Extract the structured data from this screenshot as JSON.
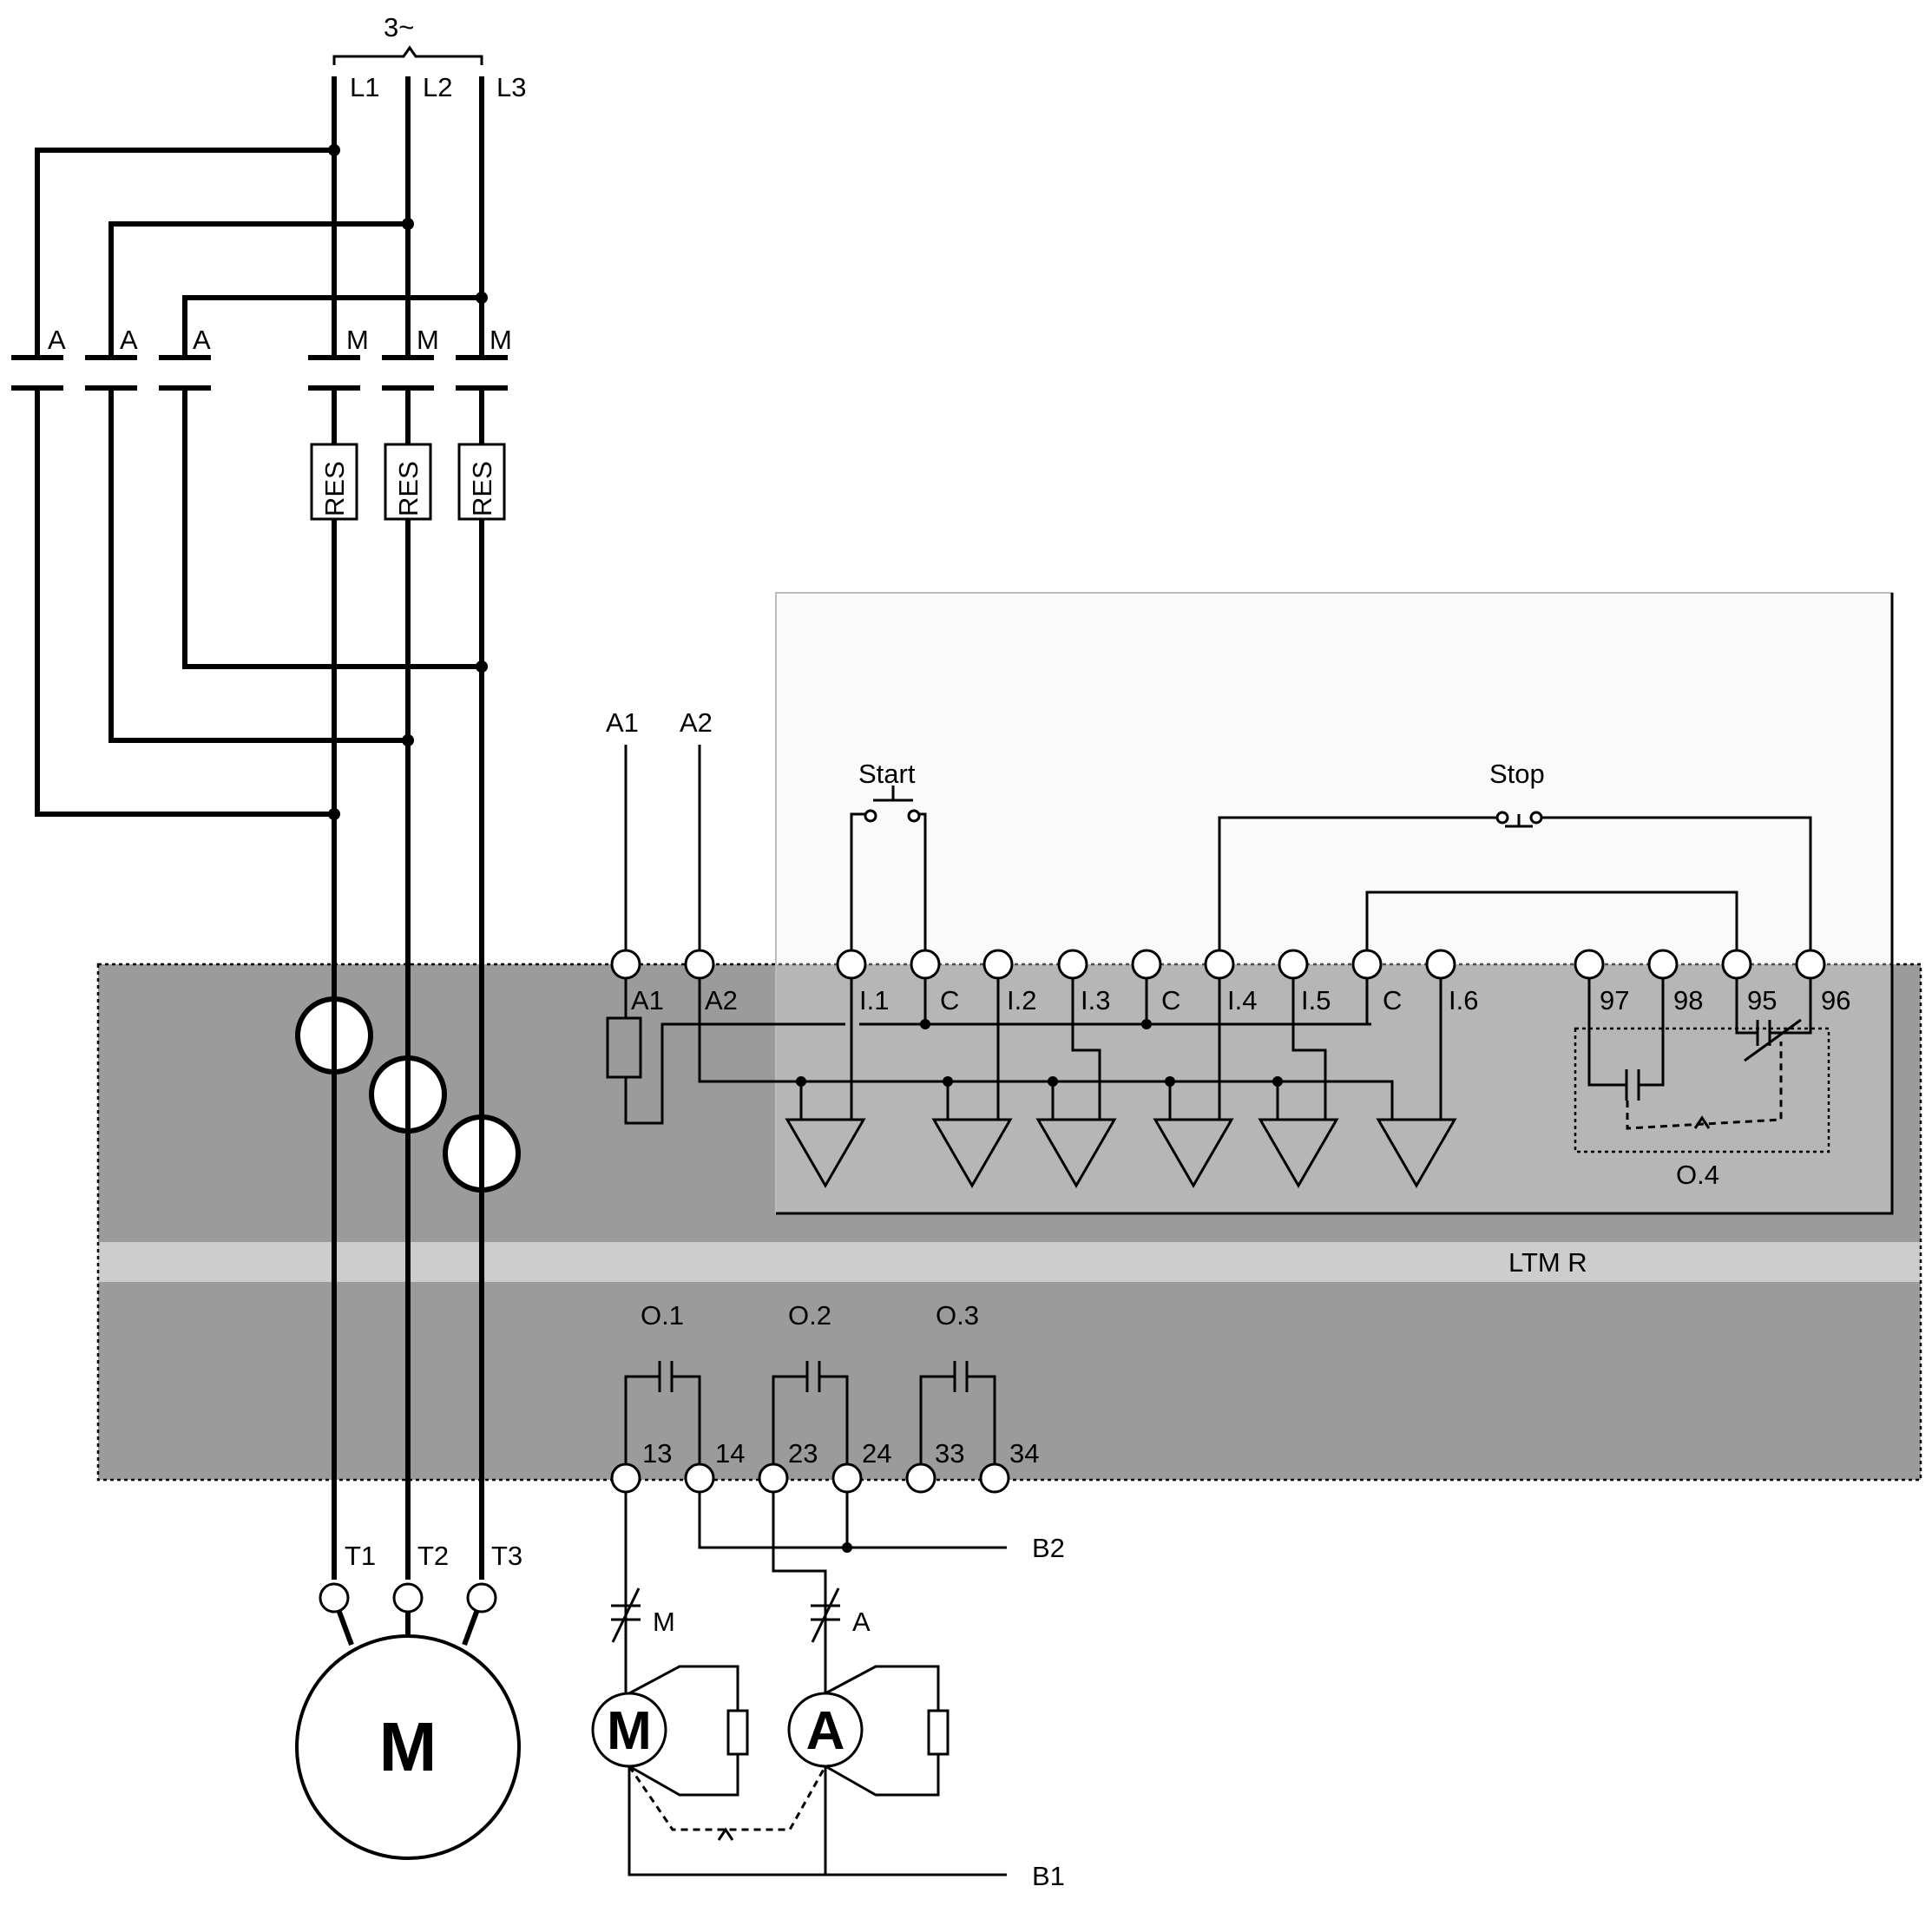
{
  "supply": {
    "phases": "3~",
    "lines": [
      "L1",
      "L2",
      "L3"
    ]
  },
  "contactors": {
    "a_labels": [
      "A",
      "A",
      "A"
    ],
    "m_labels": [
      "M",
      "M",
      "M"
    ]
  },
  "resistors": {
    "labels": [
      "RES",
      "RES",
      "RES"
    ]
  },
  "motor": {
    "terminals": [
      "T1",
      "T2",
      "T3"
    ],
    "label": "M"
  },
  "device": {
    "name": "LTM R"
  },
  "power_terminals": {
    "top": [
      "A1",
      "A2"
    ],
    "inner": [
      "A1",
      "A2"
    ]
  },
  "pushbuttons": {
    "start": "Start",
    "stop": "Stop"
  },
  "inputs": {
    "labels": [
      "I.1",
      "C",
      "I.2",
      "I.3",
      "C",
      "I.4",
      "I.5",
      "C",
      "I.6"
    ]
  },
  "relay_contacts": {
    "labels": [
      "97",
      "98",
      "95",
      "96"
    ],
    "output": "O.4"
  },
  "outputs": {
    "labels": [
      "O.1",
      "O.2",
      "O.3"
    ],
    "terminals": [
      "13",
      "14",
      "23",
      "24",
      "33",
      "34"
    ]
  },
  "control": {
    "b1": "B1",
    "b2": "B2",
    "contact_m": "M",
    "contact_a": "A",
    "coil_m": "M",
    "coil_a": "A"
  }
}
